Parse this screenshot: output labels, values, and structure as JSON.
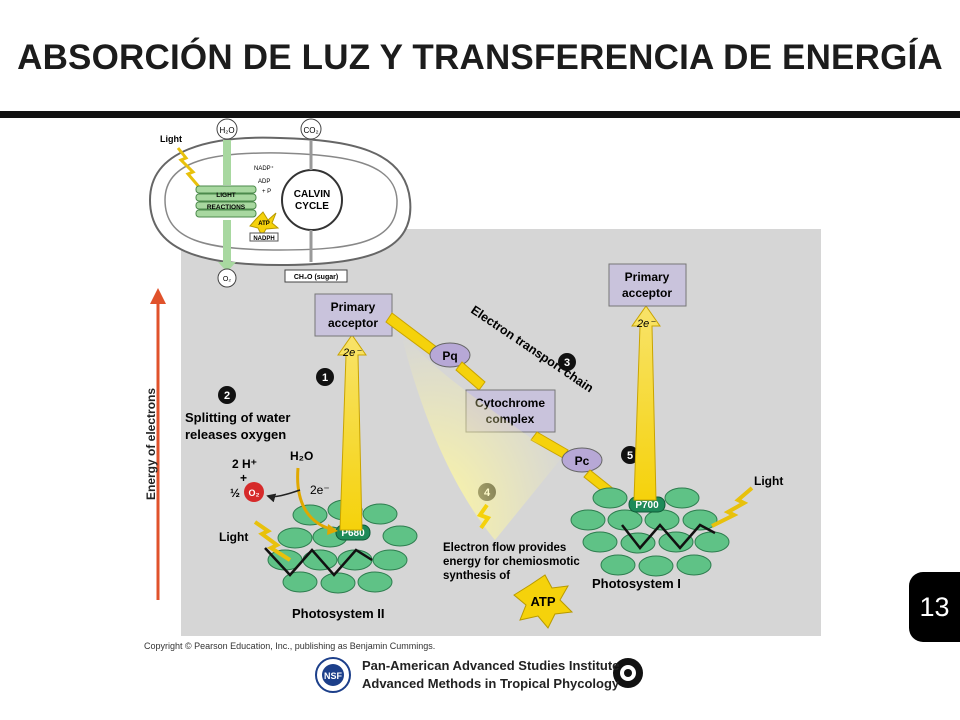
{
  "slide": {
    "title": "ABSORCIÓN DE LUZ Y TRANSFERENCIA DE ENERGÍA",
    "page_number": "13",
    "copyright": "Copyright © Pearson Education, Inc., publishing as Benjamin Cummings.",
    "footer_line1": "Pan-American Advanced Studies Institute",
    "footer_line2": "Advanced Methods in Tropical Phycology",
    "nsf_logo": "NSF"
  },
  "inset": {
    "light": "Light",
    "h2o": "H₂O",
    "co2": "CO₂",
    "nadp": "NADP⁺",
    "adp": "ADP",
    "pi": "+ P",
    "light_reactions_1": "LIGHT",
    "light_reactions_2": "REACTIONS",
    "atp": "ATP",
    "nadph": "NADPH",
    "calvin_1": "CALVIN",
    "calvin_2": "CYCLE",
    "o2": "O₂",
    "sugar": "CH₂O (sugar)"
  },
  "main": {
    "y_axis_label": "Energy of electrons",
    "primary_acceptor_1": "Primary",
    "primary_acceptor_2": "acceptor",
    "electron_2e": "2e⁻",
    "pq": "Pq",
    "cytochrome_1": "Cytochrome",
    "cytochrome_2": "complex",
    "pc": "Pc",
    "etc_label": "Electron transport chain",
    "step1": "1",
    "step2": "2",
    "step3": "3",
    "step4": "4",
    "step5": "5",
    "splitting_1": "Splitting of water",
    "splitting_2": "releases oxygen",
    "h2o": "H₂O",
    "two_h": "2 H⁺",
    "plus": "+",
    "half": "½",
    "o2": "O₂",
    "light_left": "Light",
    "light_right": "Light",
    "p680": "P680",
    "p700": "P700",
    "flow_1": "Electron flow provides",
    "flow_2": "energy for chemiosmotic",
    "flow_3": "synthesis of",
    "atp": "ATP",
    "ps2": "Photosystem II",
    "ps1": "Photosystem I"
  },
  "colors": {
    "panel_bg": "#d6d6d6",
    "acceptor_fill": "#c9c3dc",
    "carrier_fill": "#b7a8d6",
    "disk_fill": "#5fc286",
    "reaction_center": "#1e8a59",
    "arrow_yellow": "#f5d20b",
    "arrow_orange": "#e0522b",
    "o2_red": "#d62a2a",
    "inset_green": "#a8d8a0"
  }
}
